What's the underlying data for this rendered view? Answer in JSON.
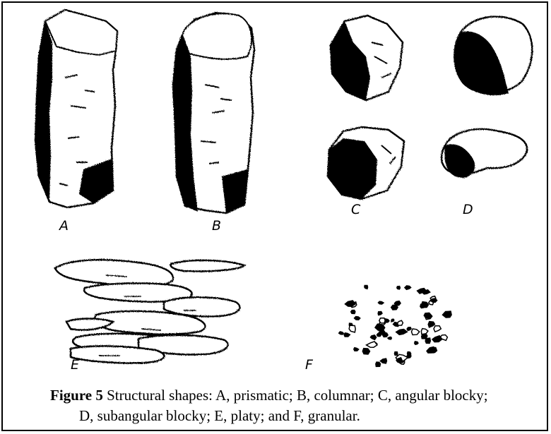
{
  "figure": {
    "label": "Figure 5",
    "caption_line1": " Structural shapes: A, prismatic; B, columnar; C, angular blocky;",
    "caption_line2": "D, subangular blocky; E, platy; and F, granular.",
    "panels": [
      {
        "letter": "A",
        "name": "prismatic"
      },
      {
        "letter": "B",
        "name": "columnar"
      },
      {
        "letter": "C",
        "name": "angular blocky"
      },
      {
        "letter": "D",
        "name": "subangular blocky"
      },
      {
        "letter": "E",
        "name": "platy"
      },
      {
        "letter": "F",
        "name": "granular"
      }
    ]
  },
  "colors": {
    "ink": "#000000",
    "paper": "#ffffff"
  }
}
